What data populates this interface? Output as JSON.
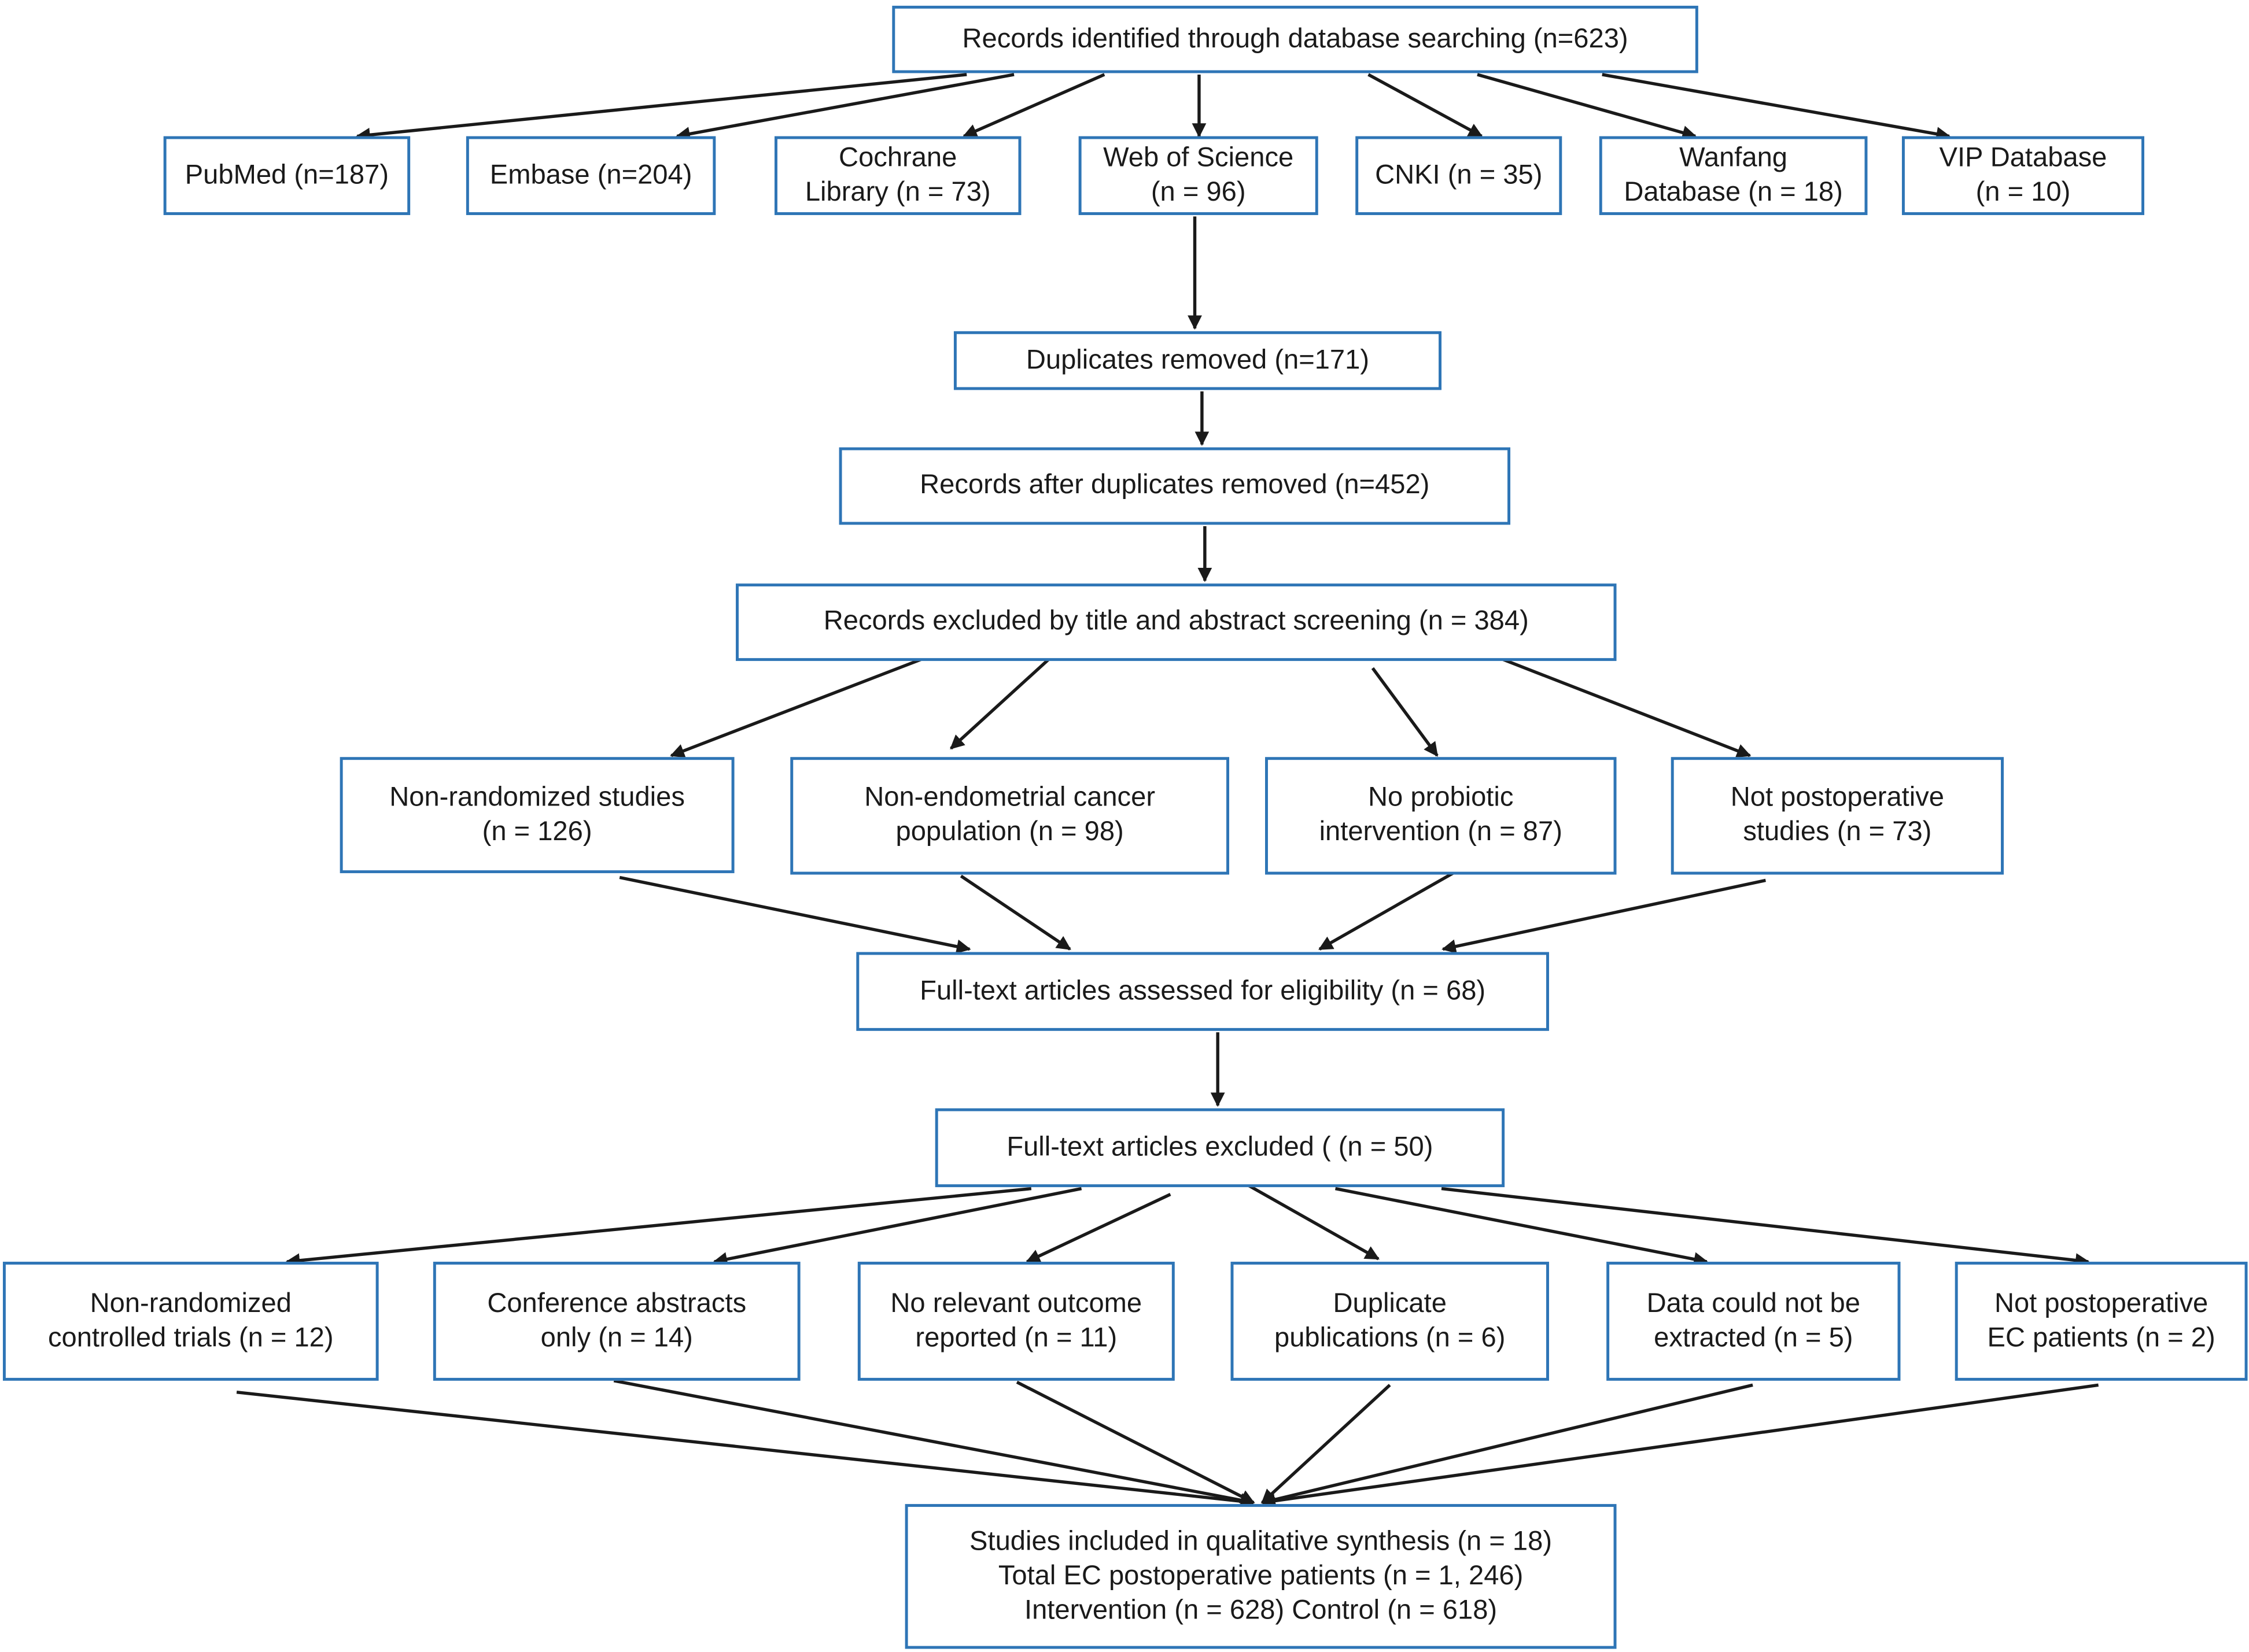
{
  "colors": {
    "box_border": "#2e75b6",
    "arrow": "#1a1a1a",
    "text": "#1a1a1a"
  },
  "identified": {
    "lines": [
      "Records identified through database searching (n=623)"
    ]
  },
  "databases": [
    {
      "lines": [
        "PubMed (n=187)"
      ]
    },
    {
      "lines": [
        "Embase (n=204)"
      ]
    },
    {
      "lines": [
        "Cochrane",
        "Library (n = 73)"
      ]
    },
    {
      "lines": [
        "Web of Science",
        "(n = 96)"
      ]
    },
    {
      "lines": [
        "CNKI (n = 35)"
      ]
    },
    {
      "lines": [
        "Wanfang",
        "Database (n = 18)"
      ]
    },
    {
      "lines": [
        "VIP Database",
        "(n = 10)"
      ]
    }
  ],
  "duplicates_removed": {
    "lines": [
      "Duplicates removed (n=171)"
    ]
  },
  "after_duplicates": {
    "lines": [
      "Records after duplicates removed (n=452)"
    ]
  },
  "title_abstract_excluded": {
    "lines": [
      "Records excluded by title and abstract screening (n = 384)"
    ]
  },
  "screening_reasons": [
    {
      "lines": [
        "Non-randomized studies",
        "(n = 126)"
      ]
    },
    {
      "lines": [
        "Non-endometrial cancer",
        "population (n = 98)"
      ]
    },
    {
      "lines": [
        "No probiotic",
        "intervention (n = 87)"
      ]
    },
    {
      "lines": [
        "Not postoperative",
        "studies (n = 73)"
      ]
    }
  ],
  "fulltext_assessed": {
    "lines": [
      "Full-text articles assessed for eligibility (n = 68)"
    ]
  },
  "fulltext_excluded": {
    "lines": [
      "Full-text articles excluded ( (n = 50)"
    ]
  },
  "fulltext_reasons": [
    {
      "lines": [
        "Non-randomized",
        "controlled trials (n = 12)"
      ]
    },
    {
      "lines": [
        "Conference abstracts",
        "only (n = 14)"
      ]
    },
    {
      "lines": [
        "No relevant outcome",
        "reported (n = 11)"
      ]
    },
    {
      "lines": [
        "Duplicate",
        "publications (n = 6)"
      ]
    },
    {
      "lines": [
        "Data could not be",
        "extracted (n = 5)"
      ]
    },
    {
      "lines": [
        "Not postoperative",
        "EC patients (n = 2)"
      ]
    }
  ],
  "included": {
    "lines": [
      "Studies included in qualitative synthesis (n = 18)",
      "Total EC postoperative patients (n = 1, 246)",
      "Intervention (n = 628) Control (n = 618)"
    ]
  }
}
